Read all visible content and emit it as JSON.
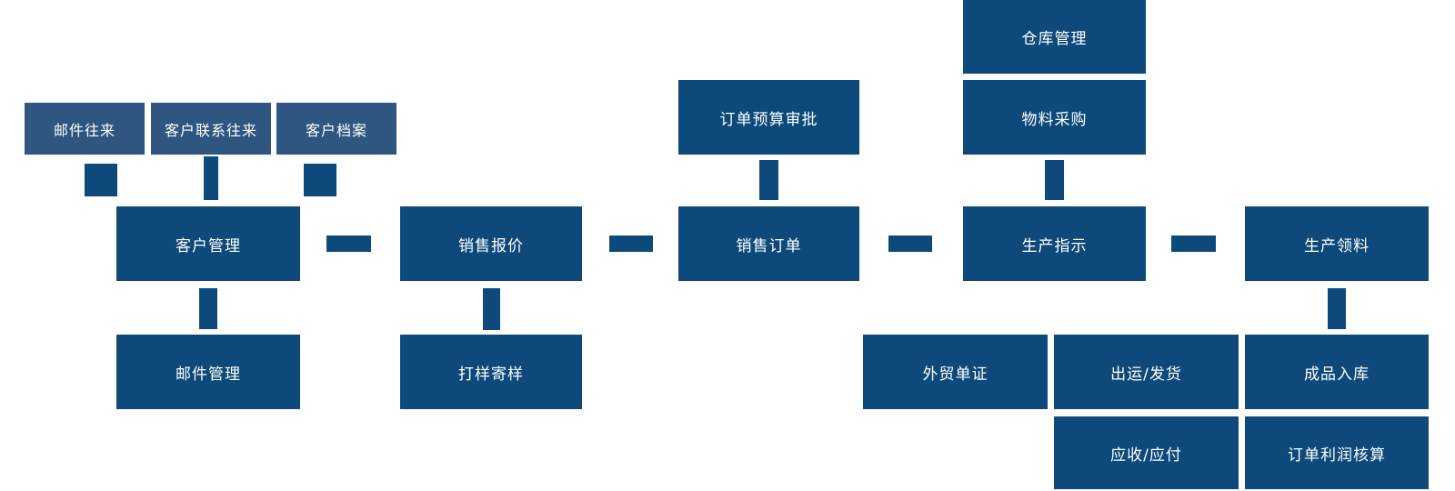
{
  "diagram": {
    "title": "trade-erp-process-flow",
    "colors": {
      "dark_box": "#0d4a7b",
      "light_box": "#2f5680",
      "text": "#ffffff",
      "background": "#ffffff"
    },
    "nodes": {
      "mail_correspondence": {
        "label": "邮件往来"
      },
      "customer_contact": {
        "label": "客户联系往来"
      },
      "customer_files": {
        "label": "客户档案"
      },
      "warehouse_mgmt": {
        "label": "仓库管理"
      },
      "material_purchase": {
        "label": "物料采购"
      },
      "order_budget_approval": {
        "label": "订单预算审批"
      },
      "customer_mgmt": {
        "label": "客户管理"
      },
      "sales_quote": {
        "label": "销售报价"
      },
      "sales_order": {
        "label": "销售订单"
      },
      "production_instruction": {
        "label": "生产指示"
      },
      "production_material": {
        "label": "生产领料"
      },
      "mail_mgmt": {
        "label": "邮件管理"
      },
      "sample_making": {
        "label": "打样寄样"
      },
      "trade_documents": {
        "label": "外贸单证"
      },
      "shipment_delivery": {
        "label": "出运/发货"
      },
      "finished_goods_in": {
        "label": "成品入库"
      },
      "receivable_payable": {
        "label": "应收/应付"
      },
      "order_profit_accounting": {
        "label": "订单利润核算"
      }
    }
  }
}
